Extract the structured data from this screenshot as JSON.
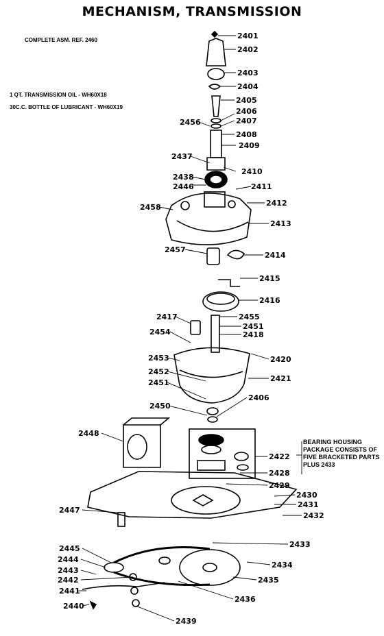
{
  "title": "MECHANISM, TRANSMISSION",
  "notes": {
    "complete_assembly": "COMPLETE ASM. REF. 2460",
    "transmission_oil": "1 QT. TRANSMISSION OIL - WH60X18",
    "lubricant": "30C.C. BOTTLE OF LUBRICANT - WH60X19",
    "bearing_housing": "BEARING HOUSING PACKAGE CONSISTS OF FIVE BRACKETED PARTS PLUS 2433"
  },
  "part_labels": [
    "2401",
    "2402",
    "2403",
    "2404",
    "2405",
    "2406",
    "2407",
    "2456",
    "2408",
    "2409",
    "2437",
    "2410",
    "2438",
    "2446",
    "2411",
    "2412",
    "2458",
    "2413",
    "2457",
    "2414",
    "2415",
    "2416",
    "2417",
    "2455",
    "2451",
    "2418",
    "2454",
    "2453",
    "2420",
    "2452",
    "2421",
    "2451",
    "2450",
    "2406",
    "2448",
    "2422",
    "2428",
    "2429",
    "2430",
    "2431",
    "2447",
    "2432",
    "2445",
    "2433",
    "2444",
    "2434",
    "2443",
    "2442",
    "2435",
    "2441",
    "2436",
    "2440",
    "2439"
  ]
}
